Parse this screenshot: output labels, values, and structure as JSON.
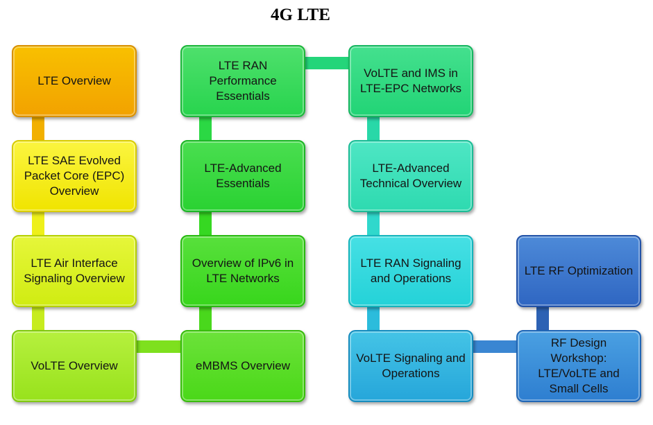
{
  "title": "4G LTE",
  "nodes": {
    "lte_overview": "LTE Overview",
    "lte_sae_epc": "LTE SAE Evolved Packet Core (EPC) Overview",
    "lte_air_interface": "LTE Air Interface Signaling Overview",
    "volte_overview": "VoLTE Overview",
    "lte_ran_performance": "LTE RAN Performance Essentials",
    "lte_advanced_essentials": "LTE-Advanced Essentials",
    "ipv6_overview": "Overview of IPv6 in LTE Networks",
    "embms_overview": "eMBMS Overview",
    "volte_ims": "VoLTE and IMS in LTE-EPC Networks",
    "lte_advanced_technical": "LTE-Advanced Technical Overview",
    "lte_ran_signaling": "LTE RAN Signaling and Operations",
    "volte_signaling": "VoLTE Signaling and Operations",
    "lte_rf_optimization": "LTE RF Optimization",
    "rf_design_workshop": "RF Design Workshop: LTE/VoLTE and Small Cells"
  },
  "colors": {
    "orange": "#f6a800",
    "yellow": "#f4ee10",
    "yellow_green": "#d5f01a",
    "lime": "#9ee81e",
    "green": "#2bd950",
    "bright_green": "#2ed236",
    "green2": "#3bd81f",
    "green3": "#4ed81a",
    "teal": "#22d79e",
    "teal2": "#39dfc0",
    "cyan": "#2cd0dc",
    "sky": "#2eb0de",
    "blue": "#3d78cc",
    "blue2": "#3d8fd8"
  }
}
